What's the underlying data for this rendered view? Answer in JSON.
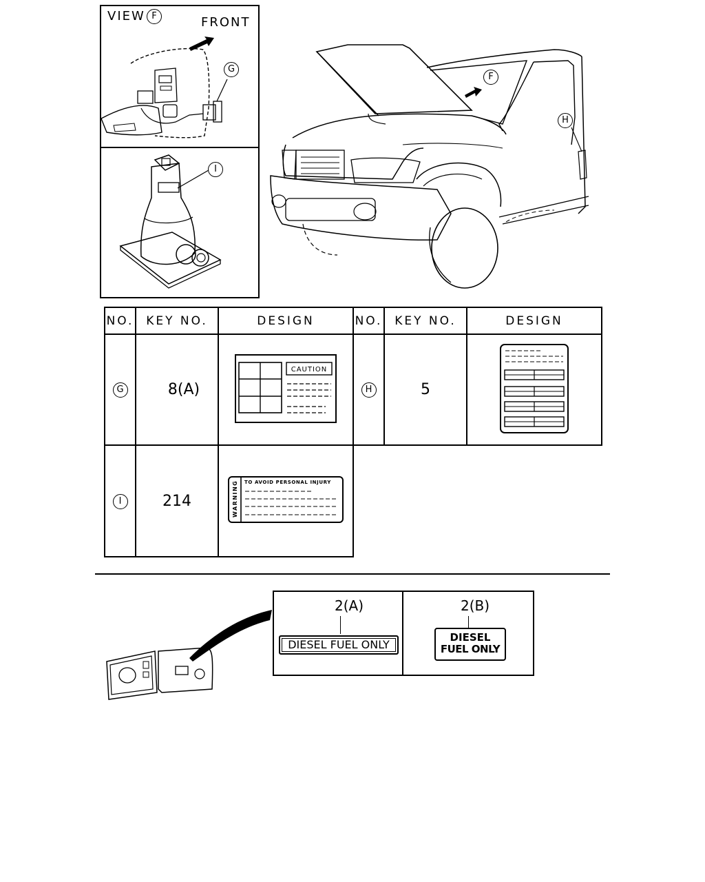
{
  "view_panel": {
    "view_label": "VIEW",
    "view_ref": "F",
    "front_label": "FRONT",
    "callout_g": "G",
    "callout_i": "I"
  },
  "vehicle": {
    "callout_f": "F",
    "callout_h": "H"
  },
  "table": {
    "headers": [
      "NO.",
      "KEY NO.",
      "DESIGN",
      "NO.",
      "KEY NO.",
      "DESIGN"
    ],
    "rows": [
      {
        "no": "G",
        "key": "8(A)",
        "design_text": "CAUTION"
      },
      {
        "no": "H",
        "key": "5"
      },
      {
        "no": "I",
        "key": "214",
        "design_side": "WARNING",
        "design_text": "TO AVOID PERSONAL INJURY"
      }
    ]
  },
  "fuel_labels": {
    "a": {
      "key": "2(A)",
      "text": "DIESEL FUEL ONLY"
    },
    "b": {
      "key": "2(B)",
      "line1": "DIESEL",
      "line2": "FUEL ONLY"
    }
  }
}
